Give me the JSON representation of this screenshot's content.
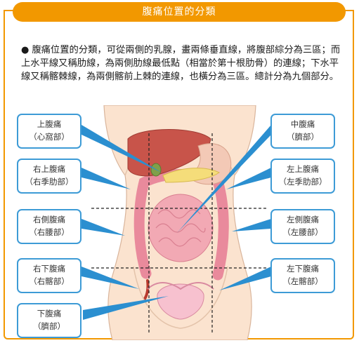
{
  "title": "腹痛位置的分類",
  "intro": {
    "bullet": "●",
    "text": "腹痛位置的分類，可從兩側的乳腺，畫兩條垂直線，將腹部綜分為三區；而上水平線又稱肋線，為兩側肋線最低點（相當於第十根肋骨）的連線；下水平線又稱髂棘線，為兩側髂前上棘的連線，也橫分為三區。總計分為九個部分。"
  },
  "regions": [
    {
      "name": "上腹痛",
      "sub": "（心窩部）"
    },
    {
      "name": "中腹痛",
      "sub": "（臍部）"
    },
    {
      "name": "右上腹痛",
      "sub": "（右季肋部）"
    },
    {
      "name": "左上腹痛",
      "sub": "（左季肋部）"
    },
    {
      "name": "右側腹痛",
      "sub": "（右腰部）"
    },
    {
      "name": "左側腹痛",
      "sub": "（左腰部）"
    },
    {
      "name": "右下腹痛",
      "sub": "（右髂部）"
    },
    {
      "name": "左下腹痛",
      "sub": "（左髂部）"
    },
    {
      "name": "下腹痛",
      "sub": "（臍部）"
    }
  ],
  "colors": {
    "accent": "#f29800",
    "label_border": "#3d9bd6",
    "pointer": "#2b8fd0",
    "skin": "#fbe3cf",
    "liver": "#c8544a",
    "intestine": "#f2a9b4",
    "colon": "#e98a9c",
    "stomach": "#f3c9b6",
    "pancreas": "#f5dd7a"
  }
}
